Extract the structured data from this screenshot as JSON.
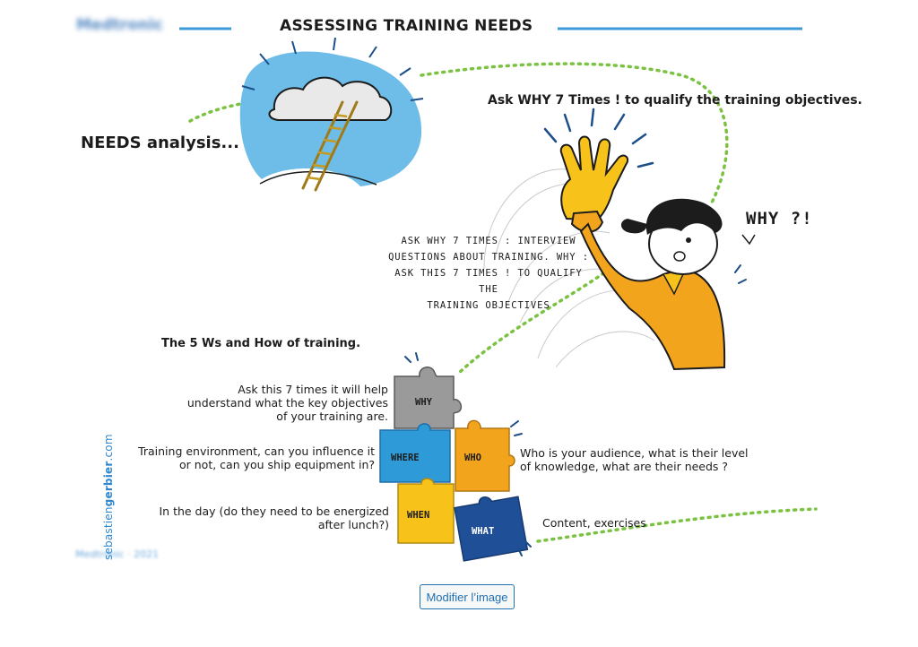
{
  "header": {
    "brand_blurred": "Medtronic",
    "title": "ASSESSING TRAINING NEEDS"
  },
  "labels": {
    "needs_analysis": "NEEDS analysis...",
    "ask_why": "Ask WHY 7 Times ! to qualify the training objectives.",
    "comic_lines": [
      "Ask WHY 7 times : Interview",
      "questions about training. WHY :",
      "ask this 7 times ! to qualify the",
      "training objectives"
    ],
    "why_bubble": "WHY ?!",
    "five_ws_heading": "The 5 Ws and How of training."
  },
  "puzzle": {
    "pieces": [
      {
        "label": "WHY",
        "color": "#9a9a9a"
      },
      {
        "label": "WHERE",
        "color": "#2e9ad8"
      },
      {
        "label": "WHO",
        "color": "#f2a41c"
      },
      {
        "label": "WHEN",
        "color": "#f7c21a"
      },
      {
        "label": "WHAT",
        "color": "#1f4f96"
      }
    ]
  },
  "notes": {
    "why": [
      "Ask this 7 times it will help",
      "understand what the key objectives",
      "of your training are."
    ],
    "where": [
      "Training environment, can you influence it",
      "or not, can you ship equipment in?"
    ],
    "when": [
      "In the day (do they need to be energized",
      "after lunch?)"
    ],
    "who": [
      "Who is your audience, what is their level",
      "of knowledge, what are their needs ?"
    ],
    "what": [
      "Content, exercises"
    ]
  },
  "footer": {
    "brand_vertical_light": "sebastien",
    "brand_vertical_bold": "gerbier",
    "brand_vertical_suffix": ".com",
    "credit_blurred": "Medtronic · 2021"
  },
  "actions": {
    "edit_image": "Modifier l’image"
  },
  "colors": {
    "accent_blue": "#3d9ad8",
    "dotted_green": "#7cc242",
    "cloud_blue": "#6ebde8",
    "shirt_orange": "#f2a41c",
    "glove_yellow": "#f7c21a",
    "button_blue": "#2271b1"
  }
}
